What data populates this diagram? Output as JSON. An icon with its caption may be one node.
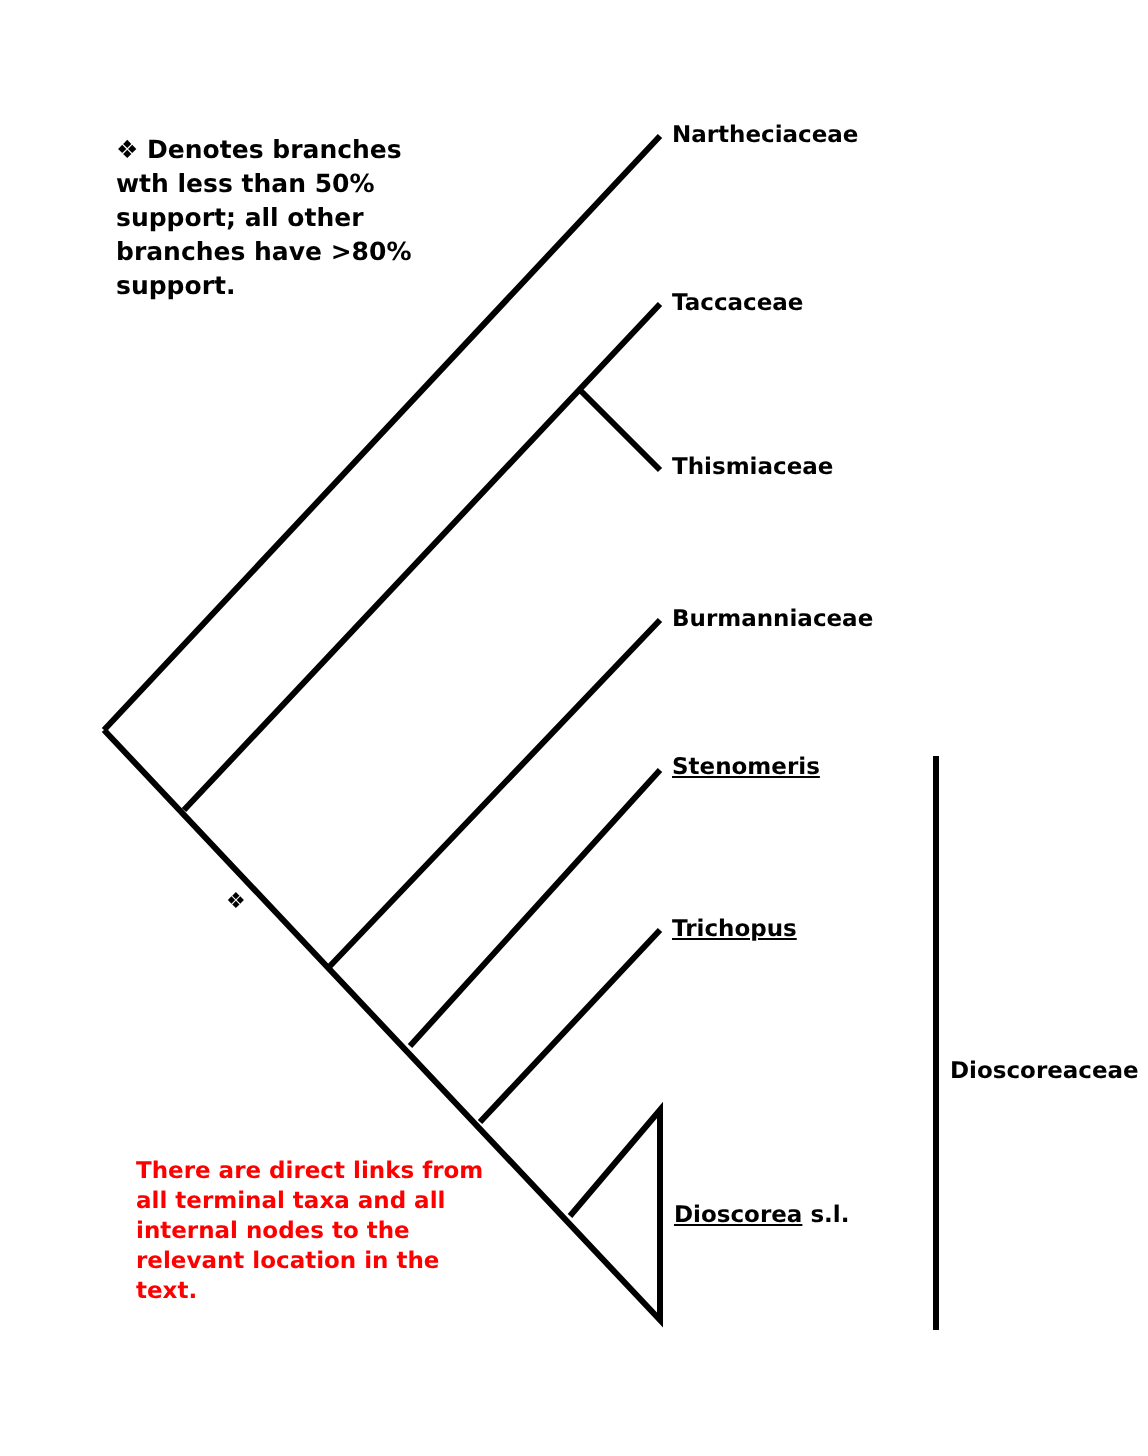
{
  "diagram": {
    "labels": [
      "❖ Denotes branches wth less than 50% support; all other branches have >80% support.",
      "Nartheciaceae",
      "Taccaceae",
      "Thismiaceae",
      "Burmanniaceae",
      "Stenomeris",
      "❖",
      "Trichopus",
      "Dioscoreaceae",
      "There are direct links from all terminal taxa and all internal nodes to the relevant location in the text.",
      "Dioscorea s.l."
    ]
  }
}
